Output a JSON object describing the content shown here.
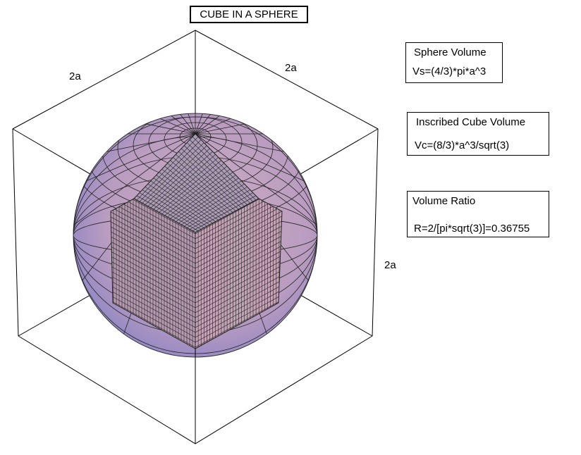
{
  "title": "CUBE IN A SPHERE",
  "edge_labels": [
    "2a",
    "2a",
    "2a"
  ],
  "info_boxes": [
    {
      "heading": "Sphere Volume",
      "formula": "Vs=(4/3)*pi*a^3"
    },
    {
      "heading": "Inscribed Cube Volume",
      "formula": "Vc=(8/3)*a^3/sqrt(3)"
    },
    {
      "heading": "Volume Ratio",
      "formula": "R=2/[pi*sqrt(3)]=0.36755"
    }
  ],
  "colors": {
    "sphere_light": "#d6b4cc",
    "sphere_mid": "#b496b8",
    "sphere_blue": "#8a88c8",
    "cube_top": "#ab9bb5",
    "cube_face": "#c4a3b6"
  }
}
